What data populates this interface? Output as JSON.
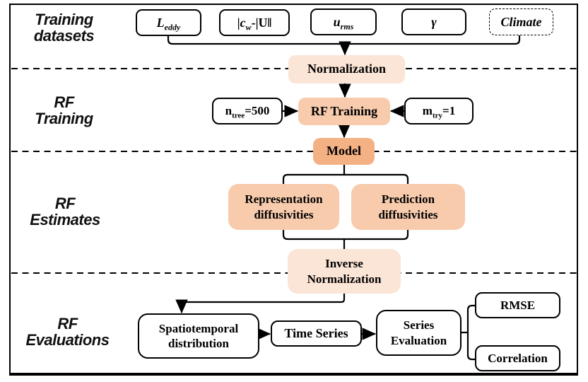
{
  "palette": {
    "tint_light": "#FBE5D6",
    "tint_mid": "#F8CBAD",
    "tint_dark": "#F4B183",
    "line": "#000000",
    "paper": "#FFFFFF"
  },
  "sections": [
    {
      "line1": "Training",
      "line2": "datasets"
    },
    {
      "line1": "RF",
      "line2": "Training"
    },
    {
      "line1": "RF",
      "line2": "Estimates"
    },
    {
      "line1": "RF",
      "line2": "Evaluations"
    }
  ],
  "datasets": [
    {
      "pre": "",
      "base": "L",
      "sub": "eddy",
      "post": ""
    },
    {
      "pre": "|",
      "base": "c",
      "sub": "w",
      "post": "-|U‖"
    },
    {
      "pre": "",
      "base": "u",
      "sub": "rms",
      "post": ""
    },
    {
      "pre": "",
      "base": "γ",
      "sub": "",
      "post": ""
    },
    {
      "pre": "",
      "base": "Climate",
      "sub": "",
      "post": ""
    }
  ],
  "parameters": [
    {
      "base": "n",
      "sub": "tree",
      "post": "=500"
    },
    {
      "base": "m",
      "sub": "try",
      "post": "=1"
    }
  ],
  "pipeline": {
    "normalization": "Normalization",
    "rf_training": "RF Training",
    "model": "Model",
    "representation": {
      "line1": "Representation",
      "line2": "diffusivities"
    },
    "prediction": {
      "line1": "Prediction",
      "line2": "diffusivities"
    },
    "inverse_normalization": {
      "line1": "Inverse",
      "line2": "Normalization"
    }
  },
  "evaluations": {
    "spatiotemporal": {
      "line1": "Spatiotemporal",
      "line2": "distribution"
    },
    "time_series": "Time Series",
    "series_evaluation": {
      "line1": "Series",
      "line2": "Evaluation"
    },
    "rmse": "RMSE",
    "correlation": "Correlation"
  }
}
